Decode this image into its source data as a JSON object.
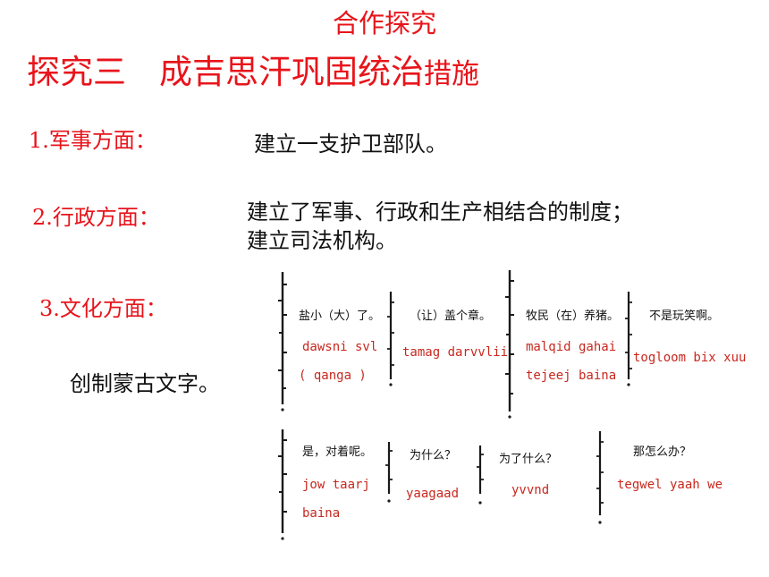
{
  "slide": {
    "heading": "合作探究",
    "title_main": "探究三　成吉思汗巩固统治",
    "title_tail": "措施",
    "items": [
      {
        "label": "1.军事方面：",
        "desc": [
          "建立一支护卫部队。"
        ]
      },
      {
        "label": "2.行政方面：",
        "desc": [
          "建立了军事、行政和生产相结合的制度；",
          "建立司法机构。"
        ]
      },
      {
        "label": "3.文化方面：",
        "desc": [
          "创制蒙古文字。"
        ]
      }
    ]
  },
  "examples": [
    {
      "zh": "盐小（大）了。",
      "latin": [
        "dawsni svl",
        "( qanga )"
      ]
    },
    {
      "zh": "（让）盖个章。",
      "latin": [
        "tamag darvvlii"
      ]
    },
    {
      "zh": "牧民（在）养猪。",
      "latin": [
        "malqid gahai",
        "tejeej baina"
      ]
    },
    {
      "zh": "不是玩笑啊。",
      "latin": [
        "togloom bix xuu"
      ]
    },
    {
      "zh": "是，对着呢。",
      "latin": [
        "jow taarj",
        "baina"
      ]
    },
    {
      "zh": "为什么？",
      "latin": [
        "yaagaad"
      ]
    },
    {
      "zh": "为了什么？",
      "latin": [
        "yvvnd"
      ]
    },
    {
      "zh": "那怎么办？",
      "latin": [
        "tegwel yaah we"
      ]
    }
  ],
  "colors": {
    "accent": "#e8141b",
    "text": "#111111",
    "gloss": "#c8281e"
  }
}
